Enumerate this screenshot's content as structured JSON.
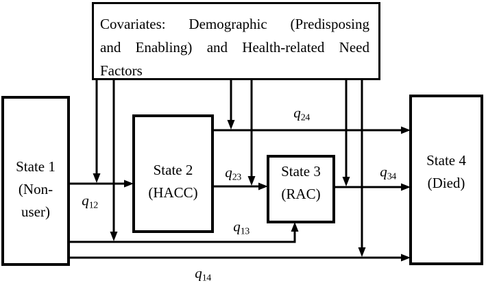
{
  "figure": {
    "type": "multi-state transition model diagram",
    "background_color": "#ffffff",
    "line_color": "#000000",
    "text_color": "#000000"
  },
  "covariates_box": {
    "lines": [
      "Covariates: Demographic (Predisposing",
      "and Enabling) and Health-related Need",
      "Factors"
    ],
    "full_text": "Covariates: Demographic (Predisposing and Enabling) and Health-related Need Factors"
  },
  "states": {
    "state1": {
      "lines": [
        "State 1",
        "(Non-",
        "user)"
      ],
      "full_text": "State 1 (Non-user)"
    },
    "state2": {
      "lines": [
        "State 2",
        "(HACC)"
      ],
      "full_text": "State 2 (HACC)"
    },
    "state3": {
      "lines": [
        "State 3",
        "(RAC)"
      ],
      "full_text": "State 3 (RAC)"
    },
    "state4": {
      "lines": [
        "State 4",
        "(Died)"
      ],
      "full_text": "State 4 (Died)"
    }
  },
  "transition_labels": {
    "q12": {
      "symbol": "q",
      "subscript": "12",
      "from": "State 1 (Non-user)",
      "to": "State 2 (HACC)"
    },
    "q23": {
      "symbol": "q",
      "subscript": "23",
      "from": "State 2 (HACC)",
      "to": "State 3 (RAC)"
    },
    "q24": {
      "symbol": "q",
      "subscript": "24",
      "from": "State 2 (HACC)",
      "to": "State 4 (Died)"
    },
    "q34": {
      "symbol": "q",
      "subscript": "34",
      "from": "State 3 (RAC)",
      "to": "State 4 (Died)"
    },
    "q13": {
      "symbol": "q",
      "subscript": "13",
      "from": "State 1 (Non-user)",
      "to": "State 3 (RAC)"
    },
    "q14": {
      "symbol": "q",
      "subscript": "14",
      "from": "State 1 (Non-user)",
      "to": "State 4 (Died)"
    }
  },
  "covariate_arrows": {
    "description": "Six arrows from the covariates box pointing down onto transition arrows q12, q13, q24, q23, q34 and q14"
  }
}
